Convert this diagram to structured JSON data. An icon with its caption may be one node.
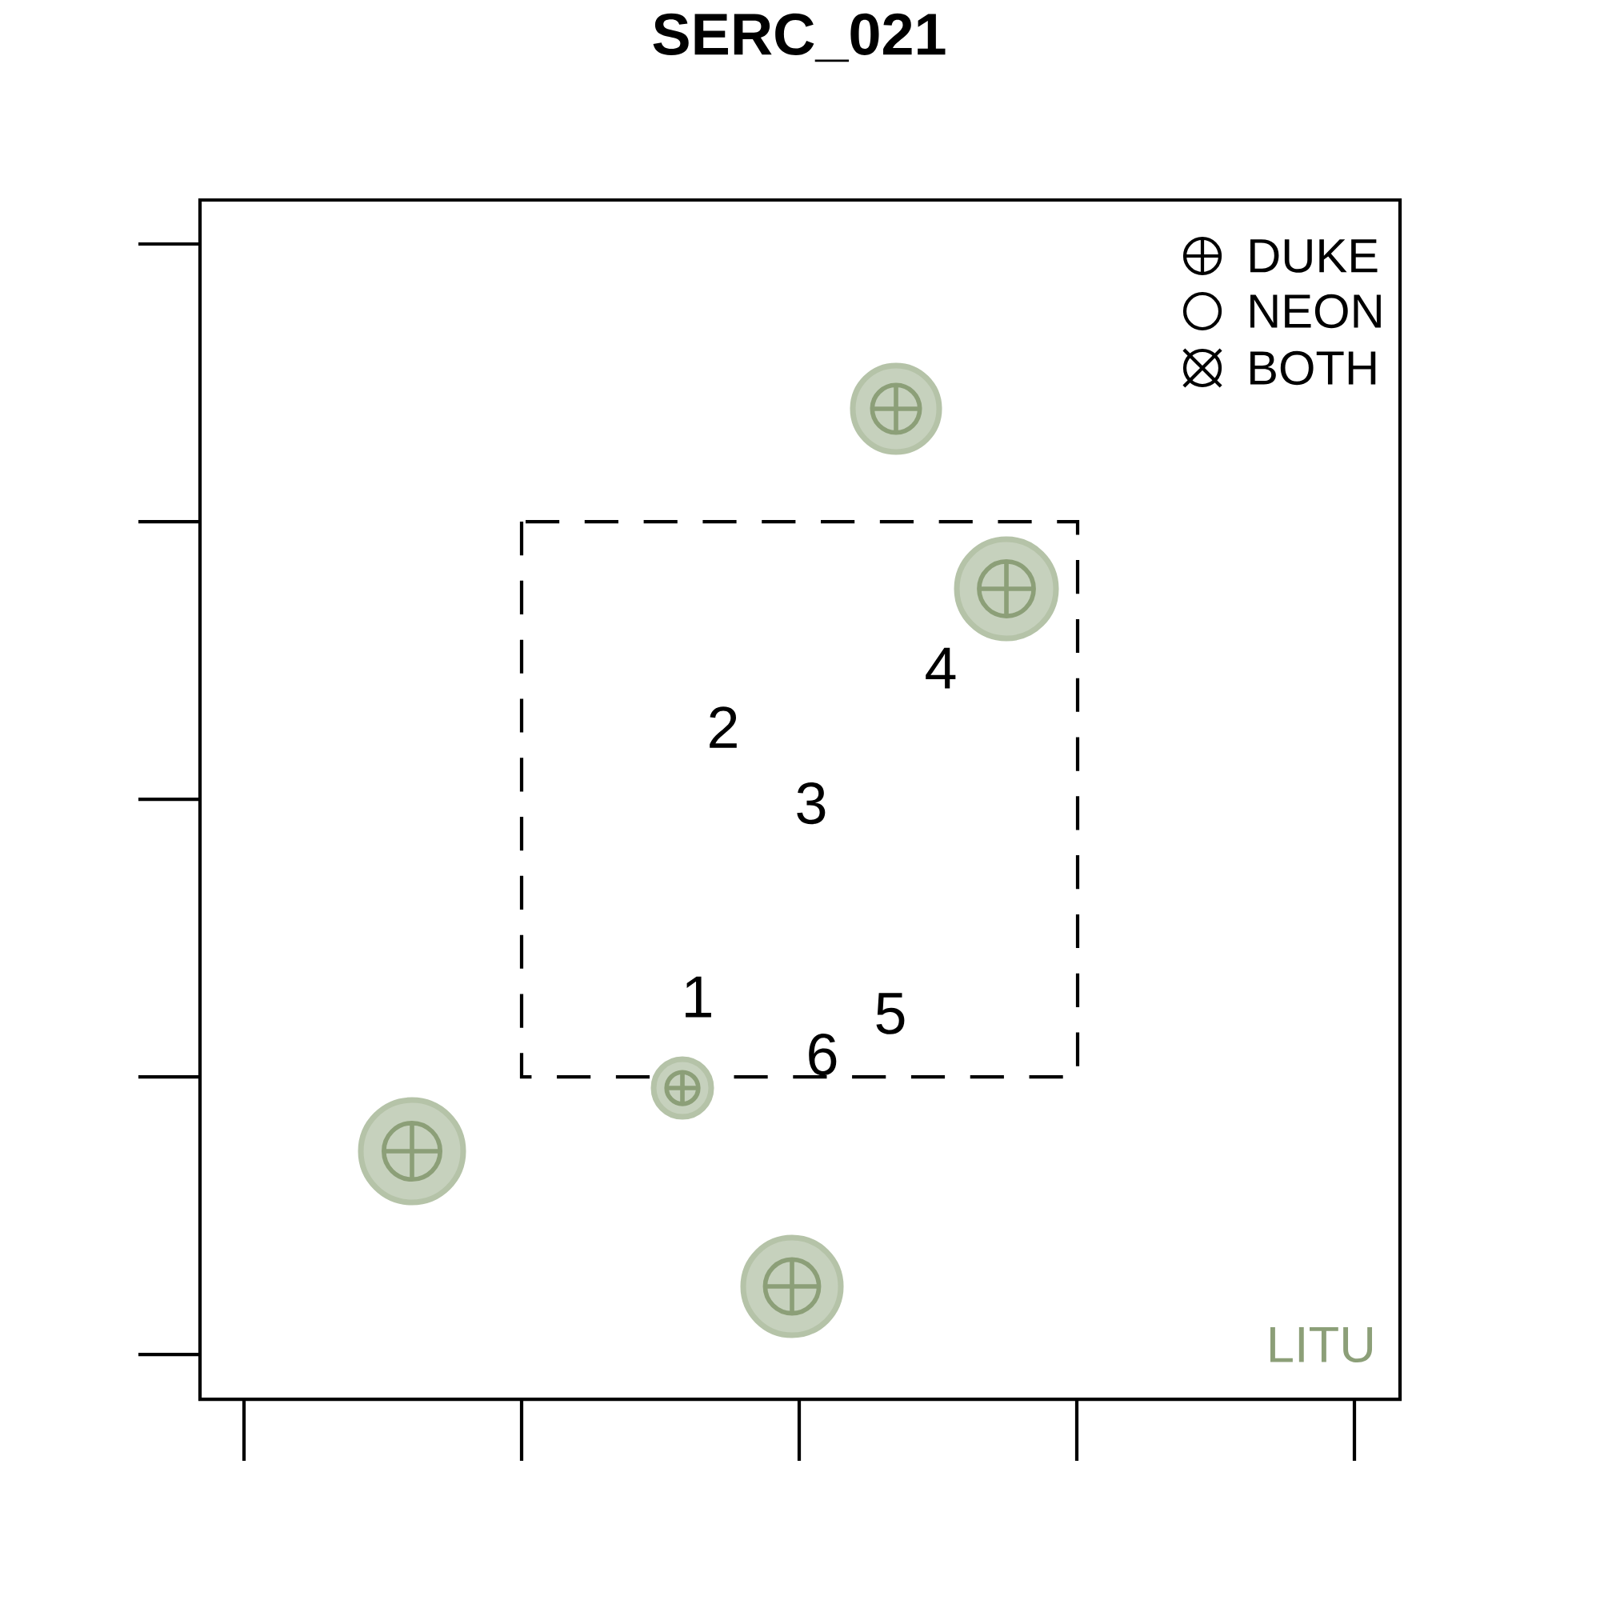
{
  "diagram": {
    "title": "SERC_021",
    "labels": [
      "4",
      "2",
      "3",
      "1",
      "5",
      "6",
      "LITU"
    ],
    "legend": [
      {
        "text": "DUKE"
      },
      {
        "text": "NEON"
      },
      {
        "text": "BOTH"
      }
    ]
  }
}
